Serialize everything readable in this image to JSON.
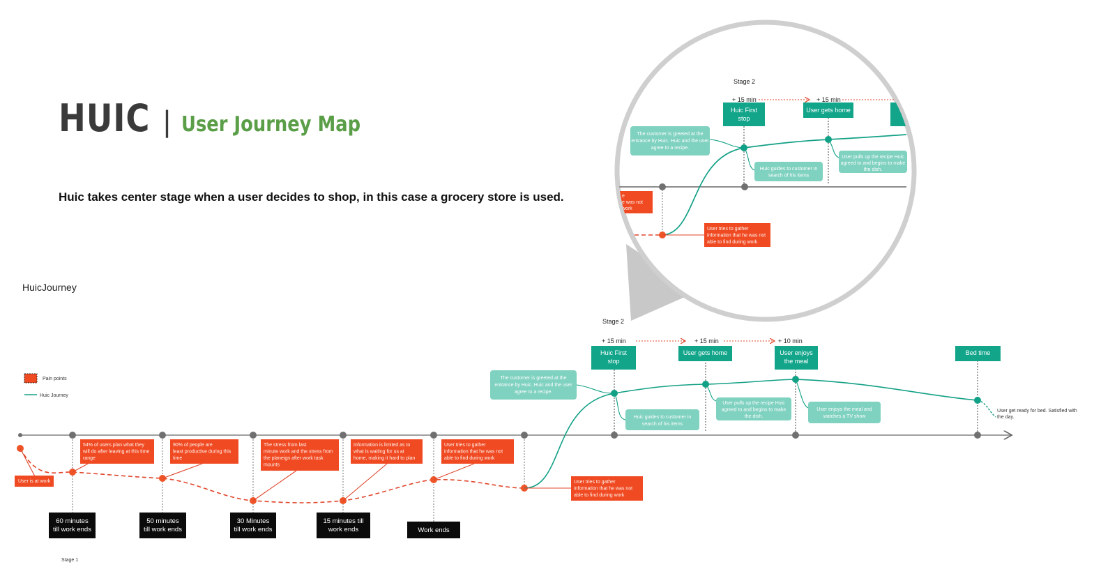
{
  "header": {
    "brand": "HUIC",
    "separator": "|",
    "subtitle": "User Journey Map",
    "tagline": "Huic takes center stage when a user decides to shop, in this case a grocery store is used."
  },
  "diagram_label": "HuicJourney",
  "legend": {
    "pain": "Pain points",
    "journey": "Huic Journey"
  },
  "stage1": {
    "label": "Stage 1",
    "start_pain": "User is at work",
    "time_labels": [
      [
        "60 minutes",
        "till work ends"
      ],
      [
        "50 minutes",
        "till work ends"
      ],
      [
        "30 Minutes",
        "till work ends"
      ],
      [
        "15 minutes till",
        "work ends"
      ],
      [
        "Work ends"
      ]
    ],
    "pain_notes": [
      [
        "54% of users plan what they",
        "will do after leaving at this time",
        "range"
      ],
      [
        "90% of people are",
        "least productive during this",
        "time"
      ],
      [
        "The stress from last",
        "minute work and the stress from",
        "the planeign after work task",
        "mounts"
      ],
      [
        "Information is limited as to",
        "what is waiting for us at",
        "home, making it hard to plan"
      ],
      [
        "User tries to gather",
        "information that he was not",
        "able to find during work"
      ]
    ],
    "transition_pain": [
      "User tries to gather",
      "information that he was not",
      "able to find during work"
    ]
  },
  "stage2": {
    "label": "Stage 2",
    "durations": [
      "+ 15 min",
      "+ 15 min",
      "+ 10 min"
    ],
    "steps": [
      [
        "Huic First",
        "stop"
      ],
      [
        "User gets home"
      ],
      [
        "User enjoys",
        "the meal"
      ],
      [
        "Bed time"
      ]
    ],
    "notes": {
      "greeted": [
        "The customer is greeted at the",
        "entrance by Huic. Huic and the user",
        "agree to a recipe."
      ],
      "guides": [
        "Huic guides to customer in",
        "search of his items"
      ],
      "recipe": [
        "User pulls up the recipe Huic",
        "agreed to and begins to make",
        "the dish."
      ],
      "enjoys": [
        "User enjoys the meal and",
        "watches a TV show"
      ]
    },
    "end_note": [
      "User get ready for bed. Satisfied with",
      "the day."
    ]
  },
  "zoom": {
    "stage_label": "Stage 2",
    "durations": [
      "+ 15 min",
      "+ 15 min"
    ],
    "steps": [
      [
        "Huic First",
        "stop"
      ],
      [
        "User gets home"
      ]
    ],
    "greeted": [
      "The customer is greeted at the",
      "entrance by Huic. Huic and the user",
      "agree to a recipe."
    ],
    "guides": [
      "Huic guides to customer in",
      "search of his items"
    ],
    "recipe": [
      "User pulls up the recipe Huic",
      "agreed to and begins to make",
      "the dish."
    ],
    "pain_fragment": [
      "e",
      "e was not",
      "work"
    ],
    "pain": [
      "User tries to gather",
      "information that he was not",
      "able to find during work"
    ]
  }
}
